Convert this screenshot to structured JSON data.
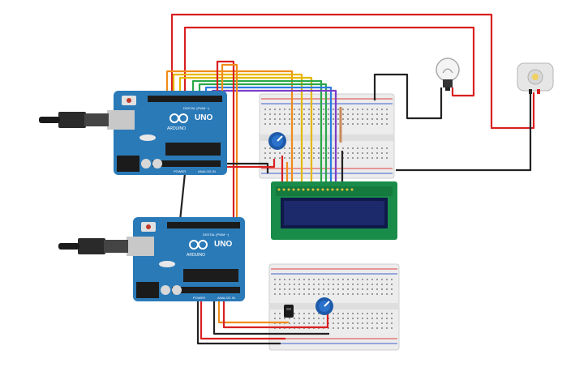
{
  "boards": {
    "top": {
      "brand": "UNO",
      "sub": "ARDUINO",
      "digital": "DIGITAL (PWM ~)",
      "power": "POWER",
      "analog": "ANALOG IN"
    },
    "bottom": {
      "brand": "UNO",
      "sub": "ARDUINO",
      "digital": "DIGITAL (PWM ~)",
      "power": "POWER",
      "analog": "ANALOG IN"
    }
  },
  "colors": {
    "board": "#2a7ab8",
    "board_dark": "#1f5f94",
    "lcd_pcb": "#1a8c4a",
    "lcd_screen": "#1c2a6b",
    "breadboard": "#eaeaea",
    "pot": "#1e5aa8",
    "wire_red": "#d92020",
    "wire_black": "#222222",
    "wire_yellow": "#e6b800",
    "wire_orange": "#f08c1a",
    "wire_green": "#2ba84a",
    "wire_blue": "#2a7be0",
    "wire_purple": "#7a3fc8"
  },
  "icons": [
    "usb-plug-icon",
    "bulb-icon",
    "dc-motor-icon",
    "potentiometer-icon",
    "temperature-sensor-icon"
  ]
}
